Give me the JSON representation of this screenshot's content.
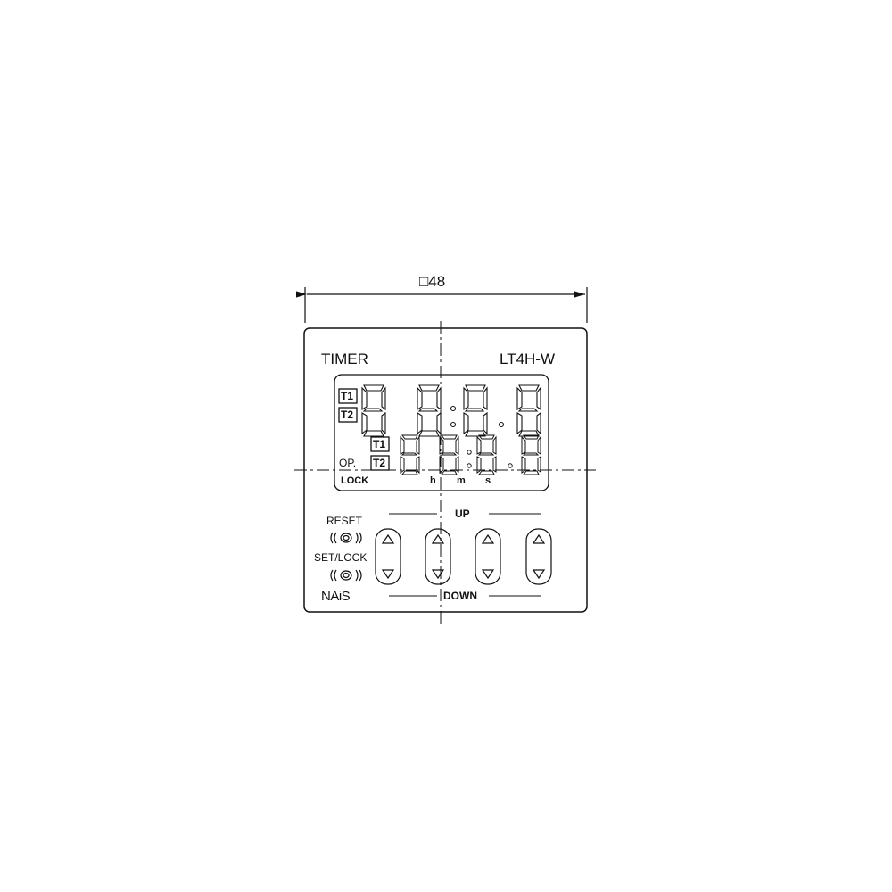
{
  "dimension": {
    "symbol": "□",
    "value": "48"
  },
  "panel": {
    "title": "TIMER",
    "model": "LT4H-W",
    "brand": "NAiS"
  },
  "display": {
    "upper_indicators": [
      "T1",
      "T2"
    ],
    "lower_indicators": [
      "T1",
      "T2"
    ],
    "op_label": "OP.",
    "lock_label": "LOCK",
    "units": [
      "h",
      "m",
      "s"
    ]
  },
  "controls": {
    "reset_label": "RESET",
    "set_lock_label": "SET/LOCK",
    "up_label": "UP",
    "down_label": "DOWN",
    "digit_buttons": 4
  }
}
